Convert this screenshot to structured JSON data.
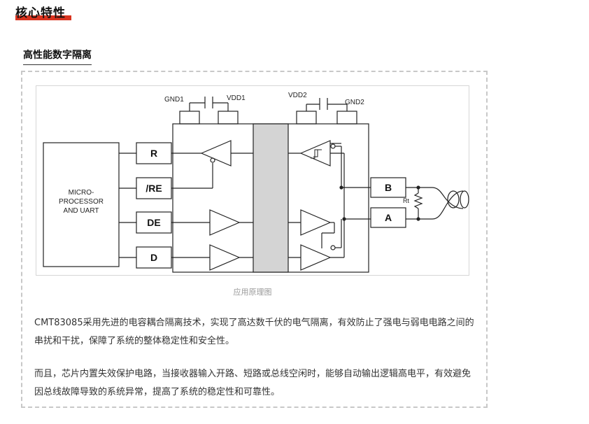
{
  "heading": "核心特性",
  "subheading": "高性能数字隔离",
  "caption": "应用原理图",
  "diagram": {
    "mcu_label_lines": [
      "MICRO-",
      "PROCESSOR",
      "AND UART"
    ],
    "pins": [
      "R",
      "/RE",
      "DE",
      "D"
    ],
    "power_left": [
      "GND1",
      "VDD1"
    ],
    "power_right": [
      "VDD2",
      "GND2"
    ],
    "bus": [
      "B",
      "A"
    ],
    "resistor": "Rt"
  },
  "paragraphs": [
    "CMT83085采用先进的电容耦合隔离技术，实现了高达数千伏的电气隔离，有效防止了强电与弱电电路之间的串扰和干扰，保障了系统的整体稳定性和安全性。",
    "而且，芯片内置失效保护电路，当接收器输入开路、短路或总线空闲时，能够自动输出逻辑高电平，有效避免因总线故障导致的系统异常，提高了系统的稳定性和可靠性。"
  ]
}
